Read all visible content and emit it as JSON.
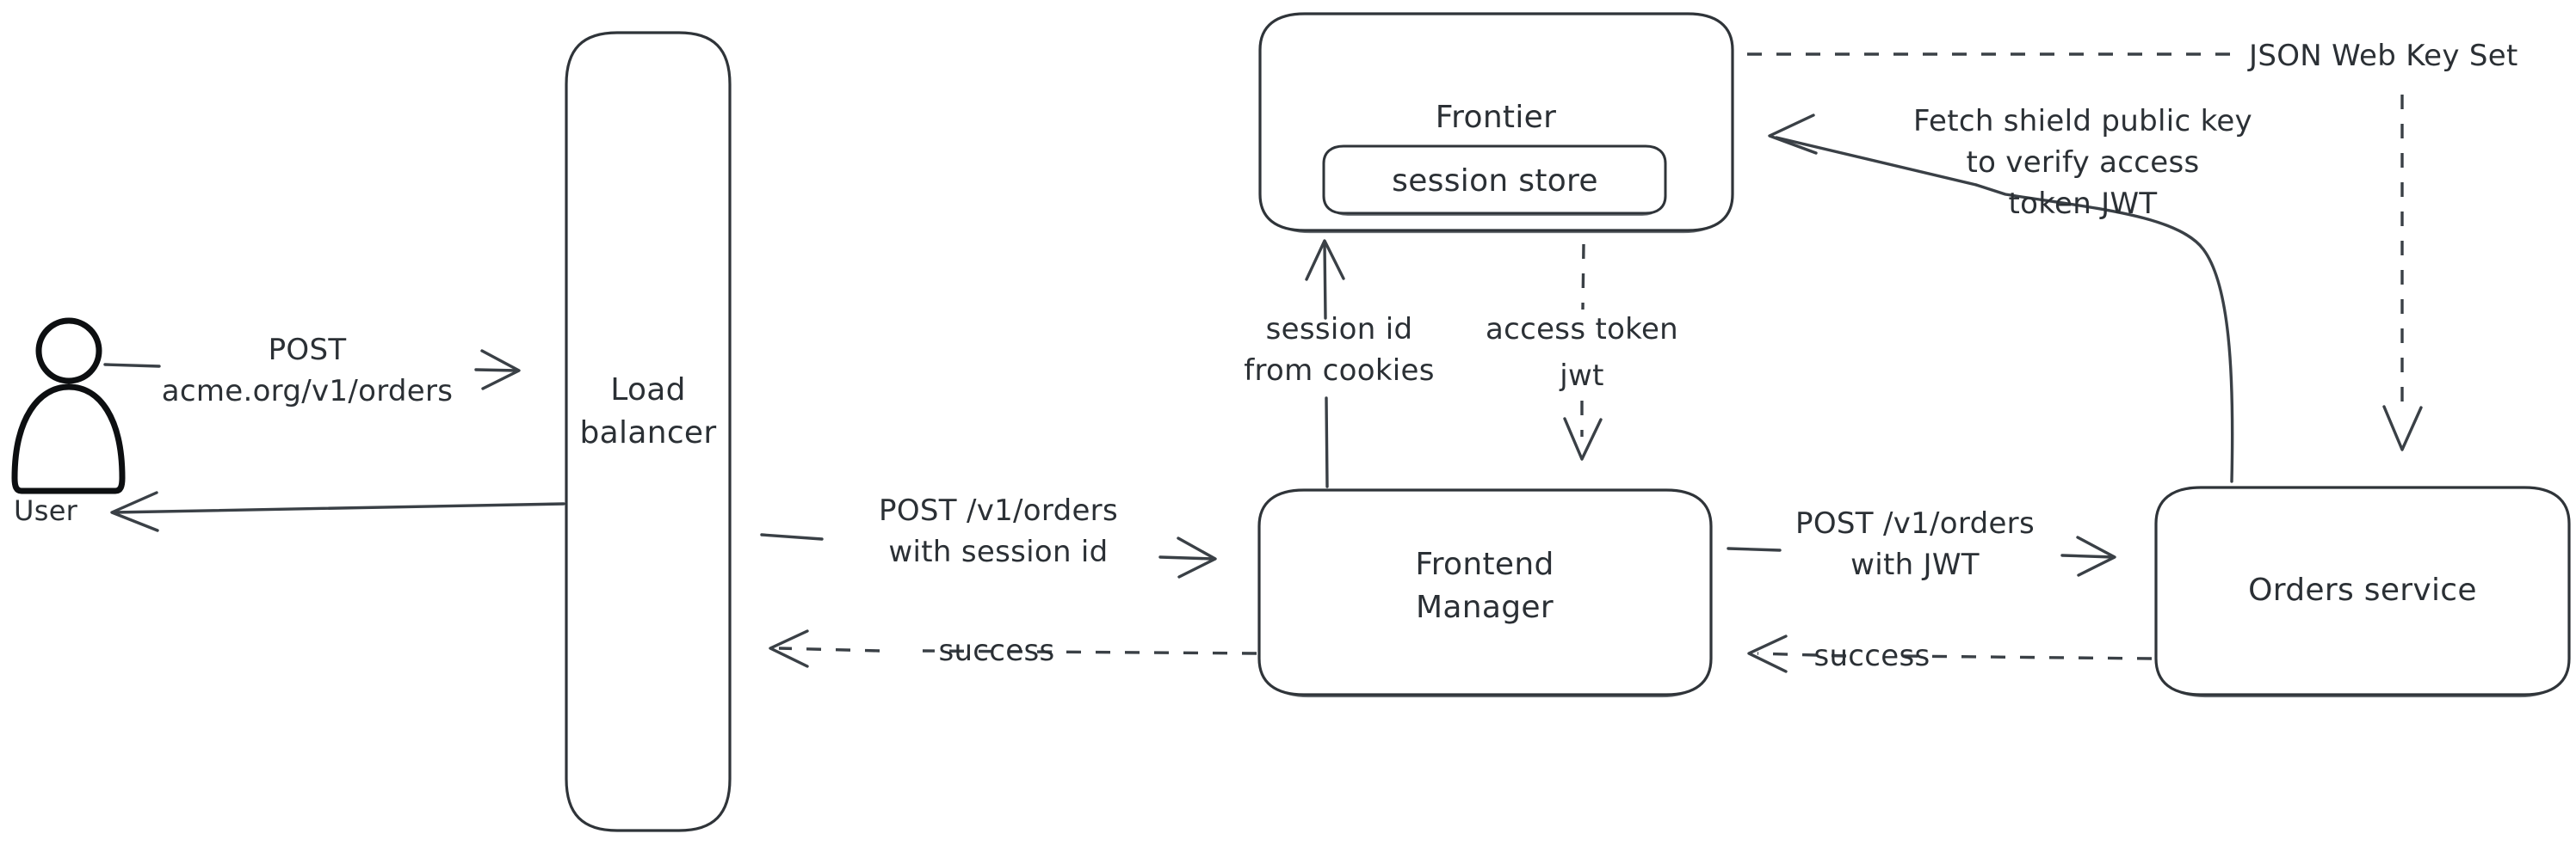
{
  "diagram": {
    "type": "architecture-flow-diagram",
    "style": "hand-drawn-sketch",
    "background_color": "#ffffff",
    "stroke_color": "#3a4046",
    "text_color": "#2b3035",
    "user_hatch_color": "#c3ccd6",
    "nodes": {
      "user": {
        "label": "User",
        "icon": "person-icon"
      },
      "load_balancer": {
        "label_line1": "Load",
        "label_line2": "balancer"
      },
      "frontier": {
        "label": "Frontier",
        "inner": {
          "label": "session store"
        }
      },
      "frontend_manager": {
        "label_line1": "Frontend",
        "label_line2": "Manager"
      },
      "orders_service": {
        "label": "Orders service"
      }
    },
    "edges": {
      "user_to_lb": {
        "label_line1": "POST",
        "label_line2": "acme.org/v1/orders",
        "style": "solid",
        "direction": "right"
      },
      "lb_to_user": {
        "label": "",
        "style": "solid",
        "direction": "left"
      },
      "lb_to_fm": {
        "label_line1": "POST /v1/orders",
        "label_line2": "with session id",
        "style": "solid",
        "direction": "right"
      },
      "fm_to_lb": {
        "label": "success",
        "style": "dashed",
        "direction": "left"
      },
      "fm_to_orders": {
        "label_line1": "POST /v1/orders",
        "label_line2": "with JWT",
        "style": "solid",
        "direction": "right"
      },
      "orders_to_fm": {
        "label": "success",
        "style": "dashed",
        "direction": "left"
      },
      "fm_to_frontier": {
        "label_line1": "session id",
        "label_line2": "from cookies",
        "style": "solid",
        "direction": "up"
      },
      "frontier_to_fm": {
        "label_line1": "access token",
        "label_line2": "jwt",
        "style": "dashed",
        "direction": "down"
      },
      "orders_to_frontier": {
        "label_line1": "Fetch shield public key",
        "label_line2": "to verify access",
        "label_line3": "token JWT",
        "style": "solid",
        "direction": "left"
      },
      "frontier_to_orders": {
        "label": "JSON Web Key Set",
        "style": "dashed",
        "direction": "down"
      }
    }
  }
}
